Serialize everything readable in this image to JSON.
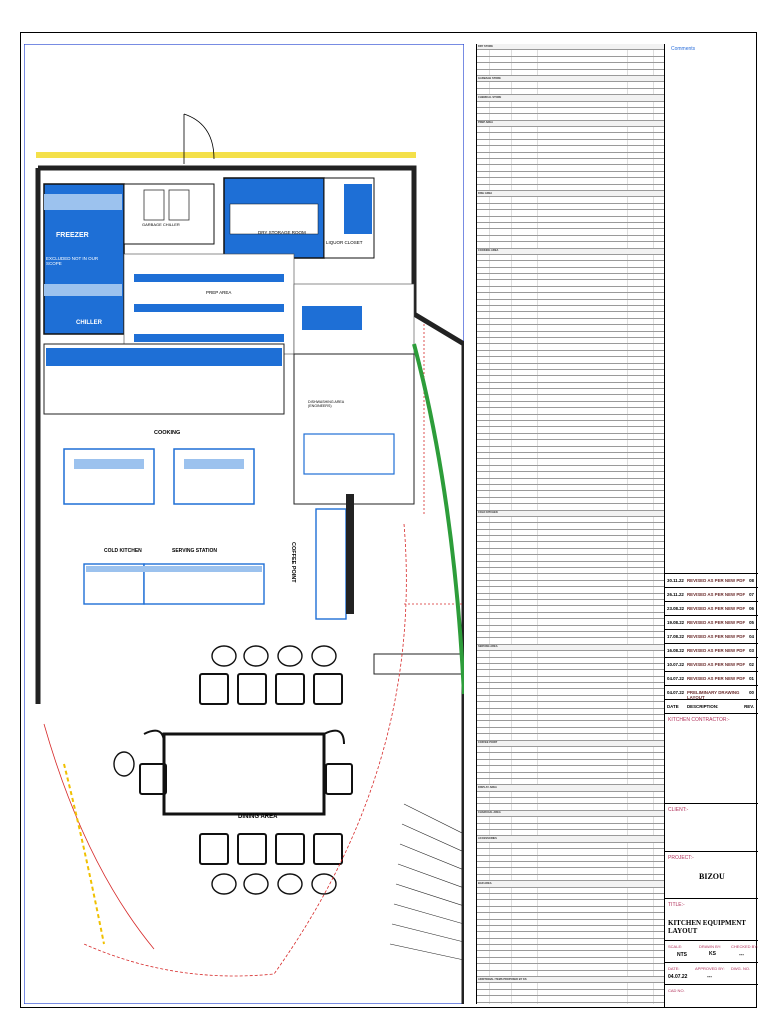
{
  "plan": {
    "rooms": {
      "freezer": "FREEZER",
      "chiller": "CHILLER",
      "excluded": "EXCLUDED NOT IN OUR SCOPE",
      "garbage": "GARBAGE CHILLER",
      "dry_store": "DRY STORAGE ROOM",
      "liquor": "LIQUOR CLOSET",
      "prep": "PREP AREA",
      "cooking": "COOKING",
      "cold_kitchen": "COLD KITCHEN",
      "serving": "SERVING STATION",
      "coffee": "COFFEE POINT",
      "dining": "DINING AREA",
      "dishwash": "DISHWASHING AREA (ENGINEERS)"
    }
  },
  "schedule": {
    "sections": [
      "DRY STORE",
      "GARBAGE STORE",
      "CHEMICAL STORE",
      "PREP AREA",
      "DISH AREA",
      "COOKING AREA",
      "COLD KITCHEN",
      "SERVING AREA",
      "COFFEE POINT",
      "DISPLAY AREA",
      "CHARCOAL AREA",
      "ACCESSORIES",
      "BAR AREA",
      "ADDITIONAL ITEMS PROPOSED BY KS"
    ]
  },
  "titleblock": {
    "comments": "Comments",
    "revisions": [
      {
        "date": "30.11.22",
        "desc": "REVISED AS PER NEW PDF",
        "no": "08"
      },
      {
        "date": "26.11.22",
        "desc": "REVISED AS PER NEW PDF",
        "no": "07"
      },
      {
        "date": "23.08.22",
        "desc": "REVISED AS PER NEW PDF",
        "no": "06"
      },
      {
        "date": "19.08.22",
        "desc": "REVISED AS PER NEW PDF",
        "no": "05"
      },
      {
        "date": "17.08.22",
        "desc": "REVISED AS PER NEW PDF",
        "no": "04"
      },
      {
        "date": "16.08.22",
        "desc": "REVISED AS PER NEW PDF",
        "no": "03"
      },
      {
        "date": "10.07.22",
        "desc": "REVISED AS PER NEW PDF",
        "no": "02"
      },
      {
        "date": "04.07.22",
        "desc": "REVISED AS PER NEW PDF",
        "no": "01"
      },
      {
        "date": "04.07.22",
        "desc": "PRELIMINARY DRAWING LAYOUT",
        "no": "00"
      }
    ],
    "rev_header": {
      "date": "DATE",
      "desc": "DESCRIPTION:",
      "no": "REV."
    },
    "contractor_label": "KITCHEN CONTRACTOR:-",
    "client_label": "CLIENT:-",
    "project_label": "PROJECT:-",
    "project": "BIZOU",
    "title_label": "TITLE:-",
    "title": "KITCHEN EQUIPMENT LAYOUT",
    "scale_label": "SCALE:",
    "scale": "NTS",
    "drawn_label": "DRAWN BY:",
    "drawn": "KS",
    "checked_label": "CHECKED BY:",
    "checked": "---",
    "date_label": "DATE:",
    "date": "04.07.22",
    "approved_label": "APPROVED BY:",
    "approved": "---",
    "dwg_label": "DWG. NO.",
    "cad_label": "CAD NO."
  }
}
